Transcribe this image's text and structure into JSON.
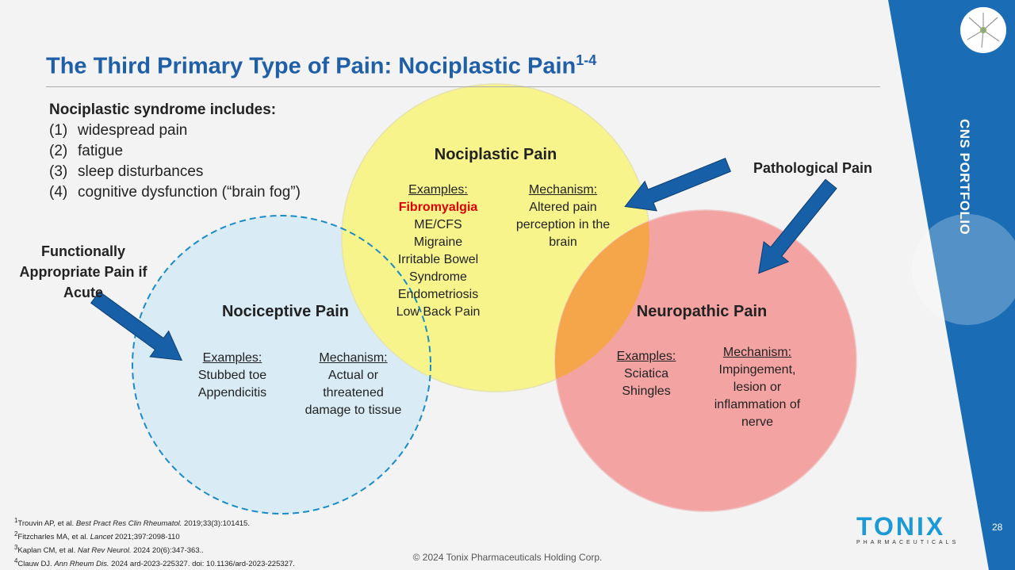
{
  "title": {
    "text": "The Third Primary Type of Pain: Nociplastic Pain",
    "superscript": "1-4"
  },
  "syndrome": {
    "heading": "Nociplastic syndrome includes:",
    "items": [
      {
        "num": "(1)",
        "text": "widespread pain"
      },
      {
        "num": "(2)",
        "text": "fatigue"
      },
      {
        "num": "(3)",
        "text": "sleep disturbances"
      },
      {
        "num": "(4)",
        "text": "cognitive dysfunction (“brain fog”)"
      }
    ]
  },
  "nociplastic": {
    "title": "Nociplastic Pain",
    "examples_label": "Examples:",
    "examples_highlight": "Fibromyalgia",
    "examples": [
      "ME/CFS",
      "Migraine",
      "Irritable Bowel",
      "Syndrome",
      "Endometriosis",
      "Low Back Pain"
    ],
    "mechanism_label": "Mechanism:",
    "mechanism": [
      "Altered pain",
      "perception in the",
      "brain"
    ]
  },
  "nociceptive": {
    "title": "Nociceptive Pain",
    "examples_label": "Examples:",
    "examples": [
      "Stubbed toe",
      "Appendicitis"
    ],
    "mechanism_label": "Mechanism:",
    "mechanism": [
      "Actual or",
      "threatened",
      "damage to tissue"
    ]
  },
  "neuropathic": {
    "title": "Neuropathic Pain",
    "examples_label": "Examples:",
    "examples": [
      "Sciatica",
      "Shingles"
    ],
    "mechanism_label": "Mechanism:",
    "mechanism": [
      "Impingement,",
      "lesion or",
      "inflammation of",
      "nerve"
    ]
  },
  "callouts": {
    "functional": [
      "Functionally",
      "Appropriate Pain if",
      "Acute"
    ],
    "pathological": "Pathological Pain"
  },
  "references": [
    {
      "sup": "1",
      "pre": "Trouvin AP, et al. ",
      "journal": "Best Pract Res Clin Rheumatol.",
      "post": " 2019;33(3):101415."
    },
    {
      "sup": "2",
      "pre": "Fitzcharles MA, et al. ",
      "journal": "Lancet",
      "post": " 2021;397:2098-110"
    },
    {
      "sup": "3",
      "pre": "Kaplan CM, et al. ",
      "journal": "Nat Rev Neurol.",
      "post": " 2024 20(6):347-363.."
    },
    {
      "sup": "4",
      "pre": "Clauw DJ. ",
      "journal": "Ann Rheum Dis.",
      "post": " 2024 ard-2023-225327. doi: 10.1136/ard-2023-225327."
    }
  ],
  "footer": {
    "copyright": "© 2024 Tonix Pharmaceuticals Holding Corp.",
    "page": "28",
    "section": "CNS PORTFOLIO",
    "logo_name": "TONIX",
    "logo_sub": "PHARMACEUTICALS"
  },
  "colors": {
    "brand_blue": "#1f5fa8",
    "yellow": "#f7f48c",
    "red": "#f4a3a3",
    "light_blue": "#d9ebf5",
    "orange": "#f5a64a",
    "arrow": "#1760a8"
  }
}
